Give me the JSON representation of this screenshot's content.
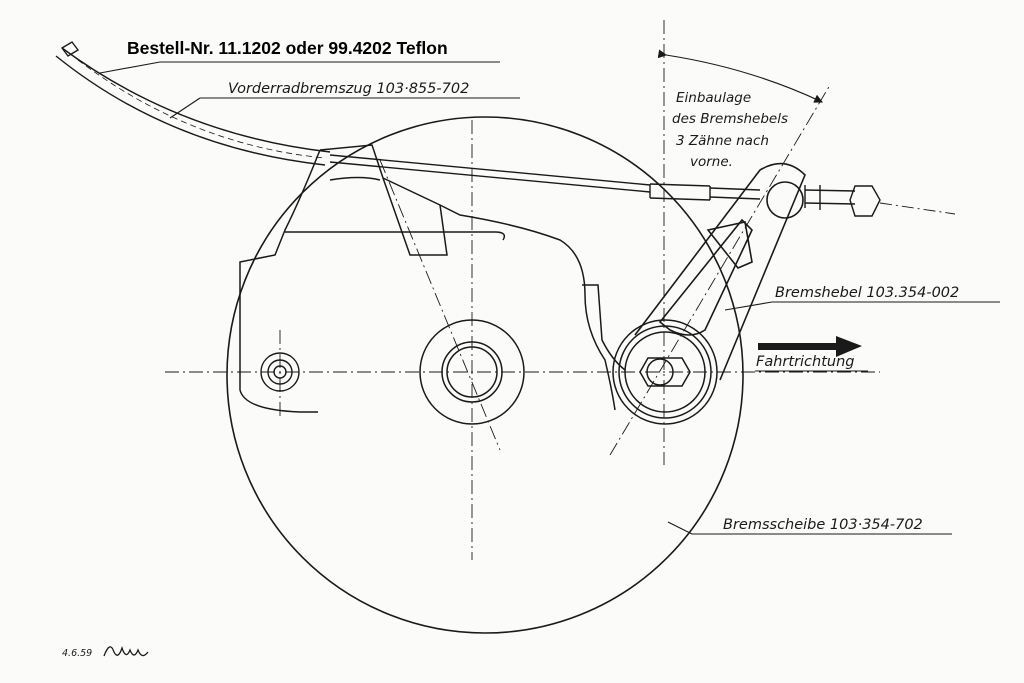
{
  "title": "Bestell-Nr. 11.1202 oder 99.4202 Teflon",
  "labels": {
    "cable": "Vorderradbremszug   103·855-702",
    "install_line1": "Einbaulage",
    "install_line2": "des Bremshebels",
    "install_line3": "3 Zähne nach",
    "install_line4": "vorne.",
    "lever": "Bremshebel  103.354-002",
    "direction": "Fahrtrichtung",
    "disc": "Bremsscheibe  103·354-702"
  },
  "footer": {
    "date": "4.6.59",
    "signature": "Lunin"
  },
  "colors": {
    "ink": "#1a1a1a",
    "paper": "#fbfbfa"
  }
}
